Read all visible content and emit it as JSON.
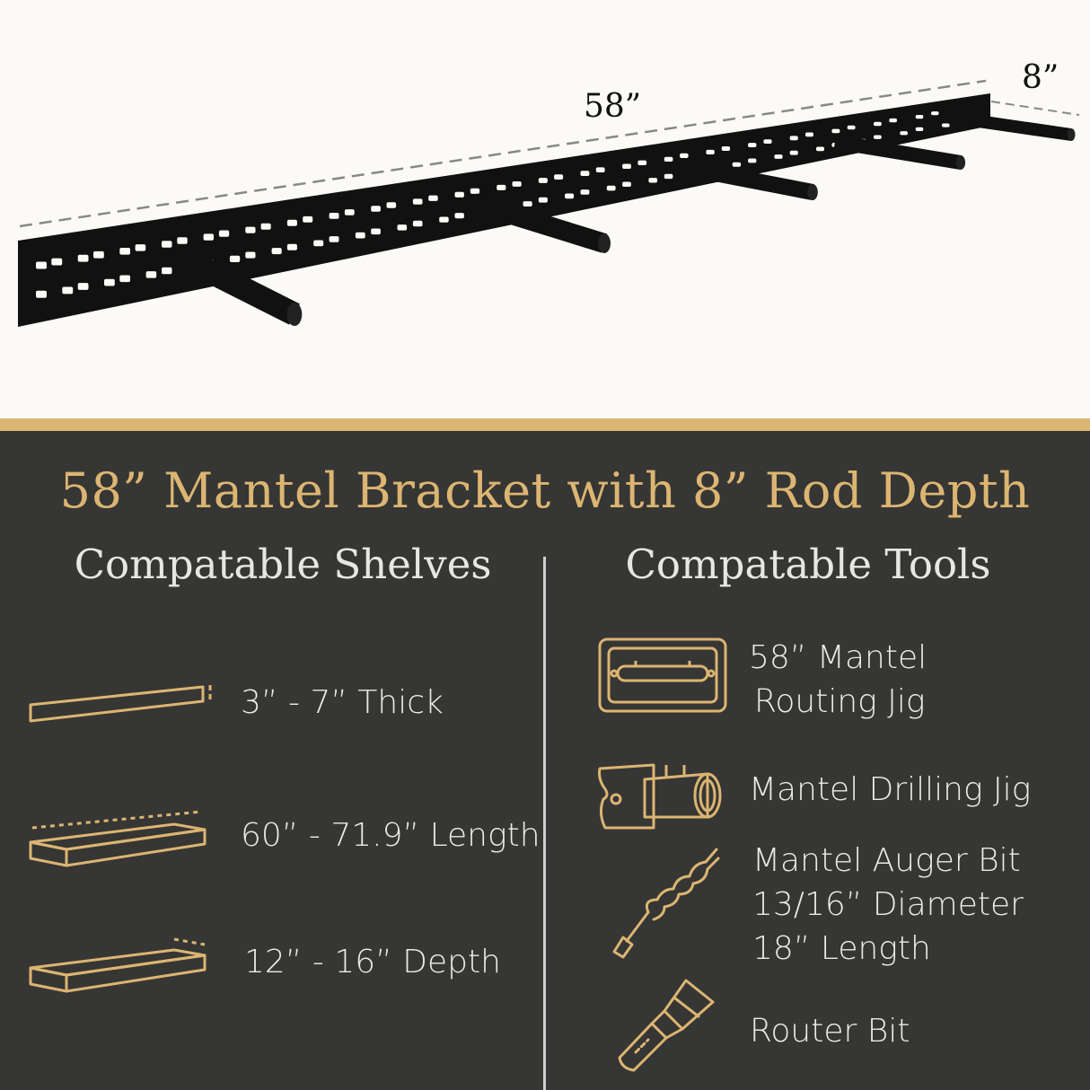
{
  "colors": {
    "background_top": "#fbfaf6",
    "panel": "#363634",
    "accent_gold": "#dcb572",
    "text_light": "#eceae5",
    "bracket": "#111111"
  },
  "diagram": {
    "length_label": "58”",
    "depth_label": "8”"
  },
  "title": "58” Mantel Bracket with 8” Rod Depth",
  "shelves": {
    "heading": "Compatable Shelves",
    "items": [
      {
        "icon": "shelf-thickness-icon",
        "label": "3” - 7” Thick"
      },
      {
        "icon": "shelf-length-icon",
        "label": "60” - 71.9” Length"
      },
      {
        "icon": "shelf-depth-icon",
        "label": "12” - 16” Depth"
      }
    ]
  },
  "tools": {
    "heading": "Compatable Tools",
    "items": [
      {
        "icon": "routing-jig-icon",
        "lines": [
          "58” Mantel",
          "Routing Jig"
        ]
      },
      {
        "icon": "drilling-jig-icon",
        "lines": [
          "Mantel Drilling Jig"
        ]
      },
      {
        "icon": "auger-bit-icon",
        "lines": [
          "Mantel Auger Bit",
          "13/16” Diameter",
          "18” Length"
        ]
      },
      {
        "icon": "router-bit-icon",
        "lines": [
          "Router Bit"
        ]
      }
    ]
  }
}
